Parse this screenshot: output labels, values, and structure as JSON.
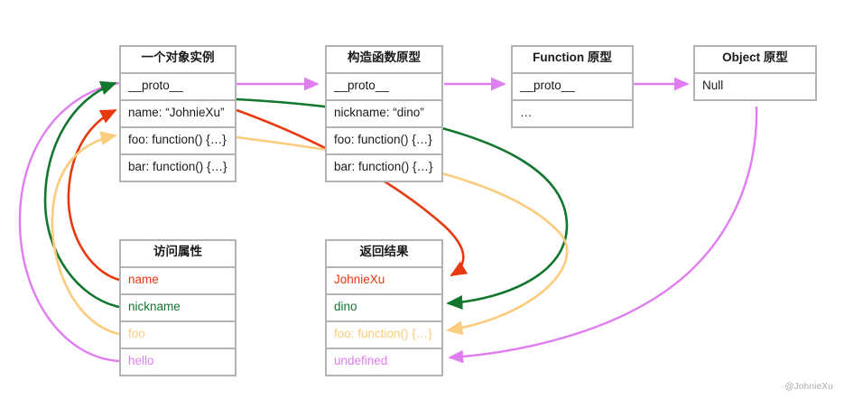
{
  "diagram": {
    "title": "JavaScript prototype chain diagram",
    "watermark": "@JohnieXu",
    "colors": {
      "red": "#e8380d",
      "green": "#12762e",
      "amber": "#fbcb7e",
      "violet": "#e07df0",
      "border": "#b3b3b3",
      "text": "#1a1a1a",
      "background": "#ffffff"
    },
    "boxes": [
      {
        "id": "instance",
        "title": "一个对象实例",
        "rows": [
          {
            "label": "__proto__",
            "color": "text"
          },
          {
            "label": "name: “JohnieXu”",
            "color": "text"
          },
          {
            "label": "foo: function() {…}",
            "color": "text"
          },
          {
            "label": "bar: function() {…}",
            "color": "text"
          }
        ]
      },
      {
        "id": "constructor-prototype",
        "title": "构造函数原型",
        "rows": [
          {
            "label": "__proto__",
            "color": "text"
          },
          {
            "label": "nickname: “dino”",
            "color": "text"
          },
          {
            "label": "foo: function() {…}",
            "color": "text"
          },
          {
            "label": "bar: function() {…}",
            "color": "text"
          }
        ]
      },
      {
        "id": "function-prototype",
        "title": "Function 原型",
        "rows": [
          {
            "label": "__proto__",
            "color": "text"
          },
          {
            "label": "…",
            "color": "text"
          }
        ]
      },
      {
        "id": "object-prototype",
        "title": "Object 原型",
        "rows": [
          {
            "label": "Null",
            "color": "text"
          }
        ]
      },
      {
        "id": "access-property",
        "title": "访问属性",
        "rows": [
          {
            "label": "name",
            "color": "red"
          },
          {
            "label": "nickname",
            "color": "green"
          },
          {
            "label": "foo",
            "color": "amber"
          },
          {
            "label": "hello",
            "color": "violet"
          }
        ]
      },
      {
        "id": "return-result",
        "title": "返回结果",
        "rows": [
          {
            "label": "JohnieXu",
            "color": "red"
          },
          {
            "label": "dino",
            "color": "green"
          },
          {
            "label": "foo: function() {…}",
            "color": "amber"
          },
          {
            "label": "undefined",
            "color": "violet"
          }
        ]
      }
    ],
    "connectors": [
      {
        "name": "instance-proto-to-constructor-prototype",
        "color": "violet"
      },
      {
        "name": "constructor-prototype-to-function-prototype",
        "color": "violet"
      },
      {
        "name": "function-prototype-to-object-prototype",
        "color": "violet"
      },
      {
        "name": "access-name-to-instance-name",
        "color": "red"
      },
      {
        "name": "access-nickname-to-instance-proto",
        "color": "green"
      },
      {
        "name": "access-foo-to-instance-foo",
        "color": "amber"
      },
      {
        "name": "access-hello-to-left-loop",
        "color": "violet"
      },
      {
        "name": "instance-foo-to-return-johniexu",
        "color": "red"
      },
      {
        "name": "constructor-nickname-to-return-dino",
        "color": "green"
      },
      {
        "name": "constructor-foo-to-return-foo",
        "color": "amber"
      },
      {
        "name": "object-prototype-to-return-undefined",
        "color": "violet"
      }
    ]
  }
}
